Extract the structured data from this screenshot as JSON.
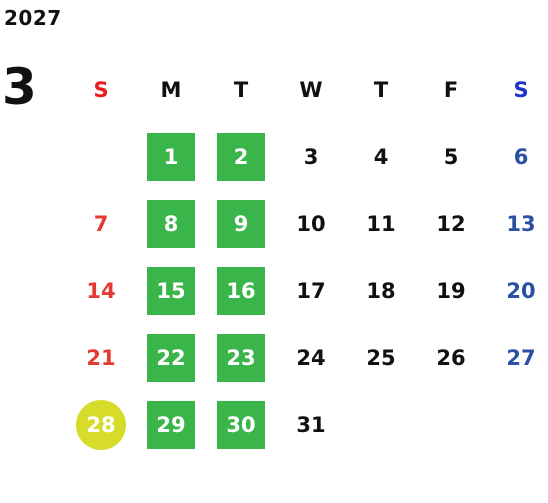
{
  "year": "2027",
  "month": "3",
  "weekdays": [
    "S",
    "M",
    "T",
    "W",
    "T",
    "F",
    "S"
  ],
  "weeks": [
    [
      "",
      "1",
      "2",
      "3",
      "4",
      "5",
      "6"
    ],
    [
      "7",
      "8",
      "9",
      "10",
      "11",
      "12",
      "13"
    ],
    [
      "14",
      "15",
      "16",
      "17",
      "18",
      "19",
      "20"
    ],
    [
      "21",
      "22",
      "23",
      "24",
      "25",
      "26",
      "27"
    ],
    [
      "28",
      "29",
      "30",
      "31",
      "",
      "",
      ""
    ]
  ],
  "highlights": {
    "green_days": [
      "1",
      "2",
      "8",
      "9",
      "15",
      "16",
      "22",
      "23",
      "29",
      "30"
    ],
    "circle_days": [
      "28"
    ]
  },
  "colors": {
    "green": "#3ab54a",
    "circle": "#d7dc2a",
    "sunday": "#e53a34",
    "saturday": "#2a4fa3",
    "sunday_header": "#ea1c1c",
    "saturday_header": "#1d33c9"
  }
}
